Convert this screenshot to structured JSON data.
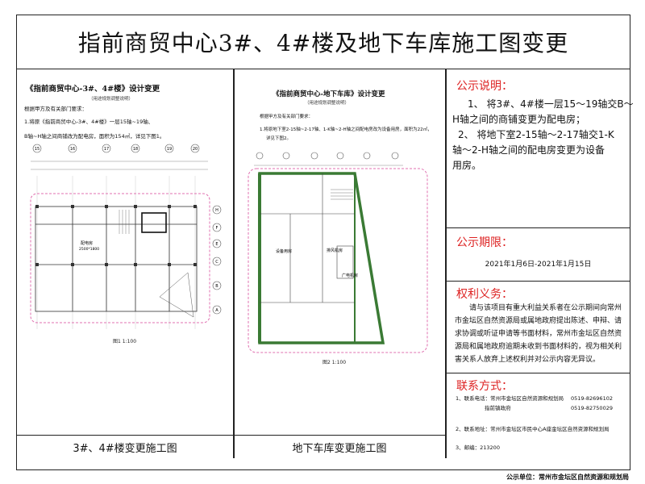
{
  "title": "指前商贸中心3#、4#楼及地下车库施工图变更",
  "left_panel": {
    "doc_title": "《指前商贸中心-3#、4#楼》设计变更",
    "doc_sub": "（用途规划调整说明）",
    "requirement": "根据甲方及有关部门要求：",
    "item1_line1": "1.将原《指前商贸中心-3#、4#楼》一层15轴~19轴、",
    "item1_line2": "B轴~H轴之间商铺改为配电房，面积为154㎡，详见下图1。",
    "room_label": "配电房",
    "room_size": "2500*1800",
    "caption": "图1 1:100",
    "label": "3#、4#楼变更施工图",
    "axis_top": [
      "15",
      "16",
      "17",
      "18",
      "19",
      "20"
    ],
    "axis_side": [
      "H",
      "F",
      "E",
      "C",
      "B",
      "A"
    ]
  },
  "mid_panel": {
    "doc_title": "《指前商贸中心-地下车库》设计变更",
    "doc_sub": "（用途规划调整说明）",
    "requirement": "根据甲方及有关部门要求：",
    "item1_line1": "1.将原地下室2-15轴~2-17轴、1-K轴~2-H轴之间配电房改为设备用房，面积为22㎡，",
    "item1_line2": "详见下图2。",
    "room1": "设备用房",
    "room2": "排风机房",
    "room3": "广电机房",
    "caption": "图2 1:100",
    "label": "地下车库变更施工图"
  },
  "notice": {
    "heading": "公示说明：",
    "line1": "1、 将3#、4#楼一层15～19轴交B～",
    "line2": "H轴之间的商铺变更为配电房；",
    "line3": "2、 将地下室2-15轴～2-17轴交1-K",
    "line4": "轴～2-H轴之间的配电房变更为设备",
    "line5": "用房。"
  },
  "period": {
    "heading": "公示期限：",
    "text": "2021年1月6日-2021年1月15日"
  },
  "rights": {
    "heading": "权利义务：",
    "line1": "请与该项目有重大利益关系者在公示期间向常州",
    "line2": "市金坛区自然资源局或属地政府提出陈述、申辩、请",
    "line3": "求协调或听证申请等书面材料，常州市金坛区自然资",
    "line4": "源局和属地政府逾期未收到书面材料的，视为相关利",
    "line5": "害关系人放弃上述权利并对公示内容无异议。"
  },
  "contact": {
    "heading": "联系方式：",
    "line1_label": "1、联系电话：常州市金坛区自然资源和规划局",
    "line1_phone": "0519-82696102",
    "line2_label": "指前镇政府",
    "line2_phone": "0519-82750029",
    "line3": "2、联系地址：常州市金坛区市民中心A座金坛区自然资源和规划局",
    "line4": "3、邮编：213200"
  },
  "footer": "公示单位：常州市金坛区自然资源和规划局",
  "colors": {
    "heading_red": "#dd2222",
    "wall_green": "#3a7a34",
    "boundary_pink": "#e070b0"
  }
}
